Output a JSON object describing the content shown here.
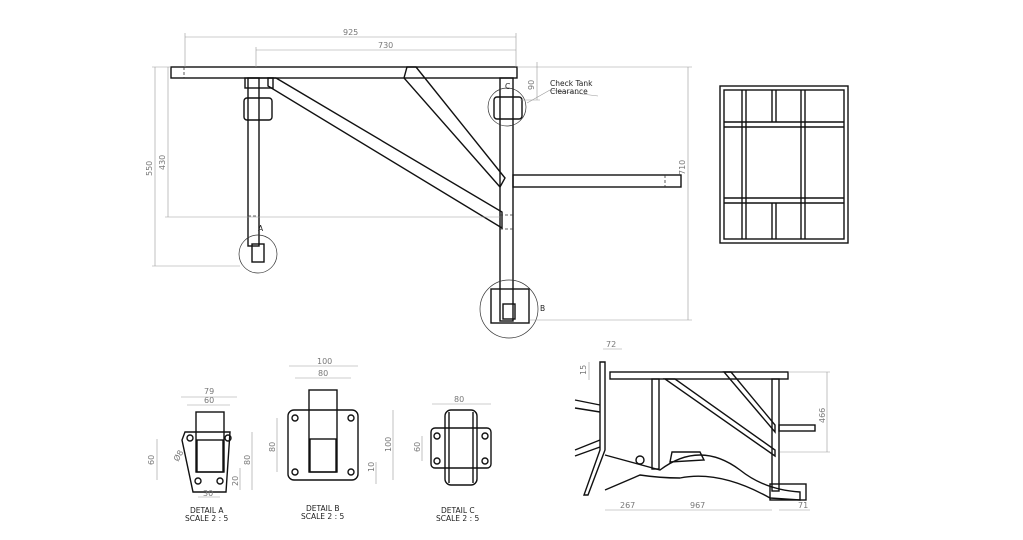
{
  "main_view": {
    "dims": {
      "overall_width": "925",
      "inner_width": "730",
      "height_550": "550",
      "height_430": "430",
      "height_710": "710",
      "offset_90": "90"
    },
    "note": {
      "line1": "Check Tank",
      "line2": "Clearance"
    },
    "detail_markers": {
      "a": "A",
      "b": "B",
      "c": "C"
    }
  },
  "detail_a": {
    "title": "DETAIL A",
    "scale": "SCALE 2 : 5",
    "dims": {
      "w79": "79",
      "w60": "60",
      "h60": "60",
      "h80": "80",
      "dia": "Ø8",
      "h20": "20",
      "w30": "30"
    }
  },
  "detail_b": {
    "title": "DETAIL B",
    "scale": "SCALE 2 : 5",
    "dims": {
      "w100": "100",
      "w80": "80",
      "h80": "80",
      "h100": "100",
      "h10": "10"
    }
  },
  "detail_c": {
    "title": "DETAIL C",
    "scale": "SCALE 2 : 5",
    "dims": {
      "w80": "80",
      "h60": "60"
    }
  },
  "side_view": {
    "dims": {
      "d72": "72",
      "d15": "15",
      "d466": "466",
      "d267": "267",
      "d967": "967",
      "d71": "71"
    }
  }
}
